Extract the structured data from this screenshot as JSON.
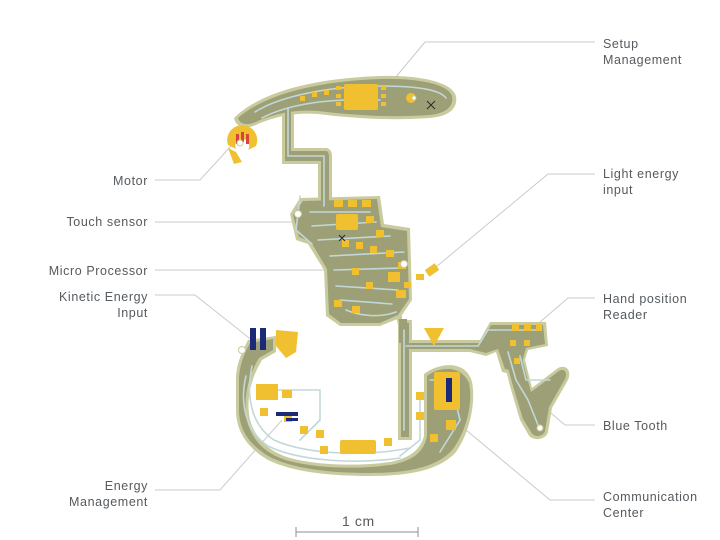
{
  "labels": {
    "setup_management": [
      "Setup",
      "Management"
    ],
    "motor": "Motor",
    "touch_sensor": "Touch sensor",
    "micro_processor": "Micro Processor",
    "kinetic_energy_input": [
      "Kinetic Energy",
      "Input"
    ],
    "energy_management": [
      "Energy",
      "Management"
    ],
    "light_energy_input": [
      "Light energy",
      "input"
    ],
    "hand_position_reader": [
      "Hand position",
      "Reader"
    ],
    "blue_tooth": "Blue Tooth",
    "communication_center": [
      "Communication",
      "Center"
    ]
  },
  "scale_bar": {
    "label": "1 cm"
  },
  "colors": {
    "board": "#9da076",
    "board_edge": "#c9cb9f",
    "trace": "#c2d8d8",
    "pad": "#f0c030",
    "blue": "#1a2a78",
    "red": "#d8443a",
    "leader": "#c8cccc",
    "text": "#555a5e"
  }
}
